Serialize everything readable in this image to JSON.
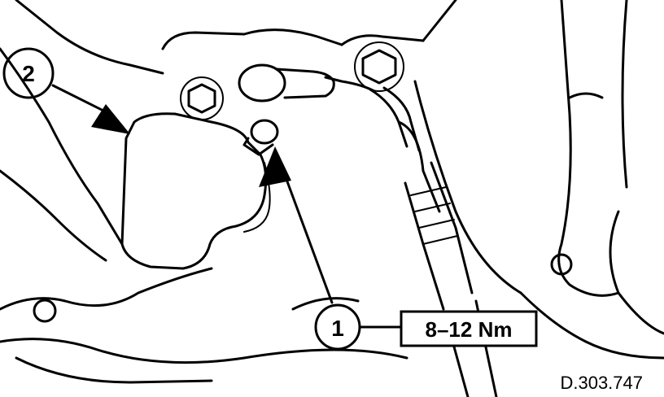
{
  "callouts": [
    {
      "number": "1"
    },
    {
      "number": "2"
    }
  ],
  "torque_spec": "8–12 Nm",
  "figure_ref": "D.303.747"
}
